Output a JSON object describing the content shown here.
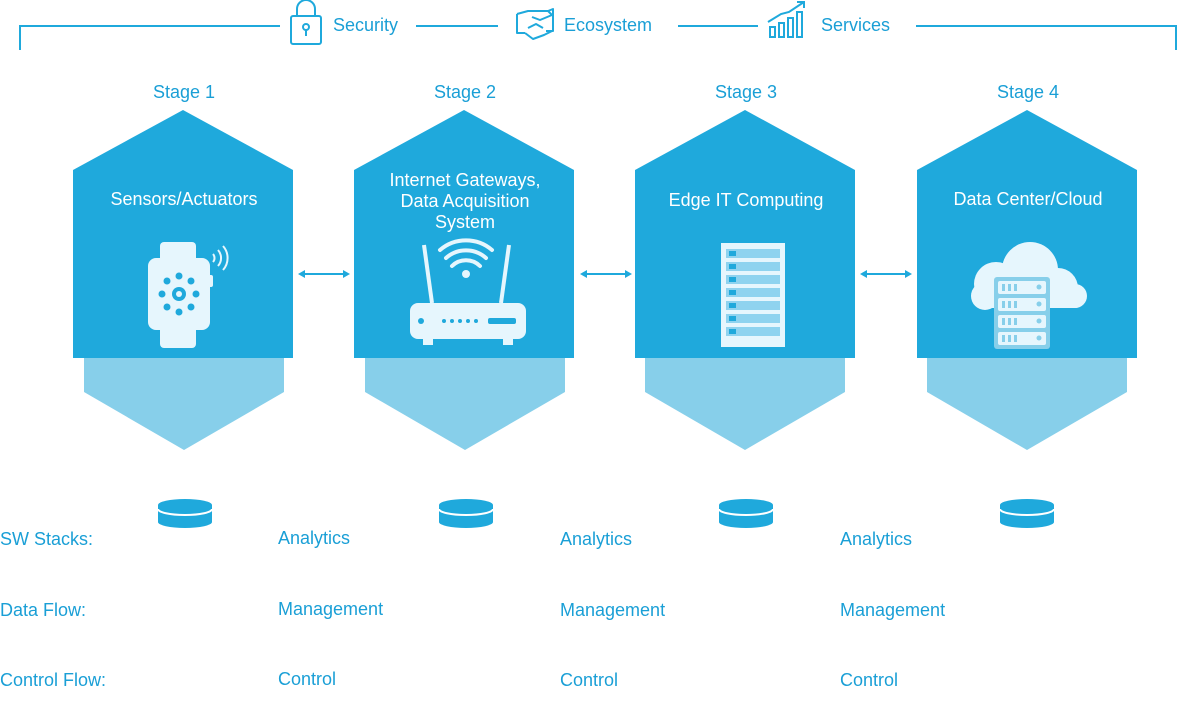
{
  "header": {
    "items": [
      {
        "label": "Security",
        "icon": "lock-icon"
      },
      {
        "label": "Ecosystem",
        "icon": "handshake-icon"
      },
      {
        "label": "Services",
        "icon": "growth-chart-icon"
      }
    ]
  },
  "stages": [
    {
      "stage": "Stage 1",
      "title": "Sensors/Actuators",
      "icon": "smartwatch-icon"
    },
    {
      "stage": "Stage 2",
      "title": "Internet Gateways,\nData Acquisition\nSystem",
      "icon": "router-icon"
    },
    {
      "stage": "Stage 3",
      "title": "Edge IT Computing",
      "icon": "server-rack-icon"
    },
    {
      "stage": "Stage 4",
      "title": "Data Center/Cloud",
      "icon": "cloud-server-icon"
    }
  ],
  "bottom": {
    "legend": [
      "SW Stacks:",
      "Data Flow:",
      "Control Flow:"
    ],
    "groups": [
      [
        "Analytics",
        "Management",
        "Control"
      ],
      [
        "Analytics",
        "Management",
        "Control"
      ],
      [
        "Analytics",
        "Management",
        "Control"
      ]
    ]
  },
  "colors": {
    "primary": "#1fa9dc",
    "light": "#87cfea",
    "text": "#1a9fd6"
  }
}
